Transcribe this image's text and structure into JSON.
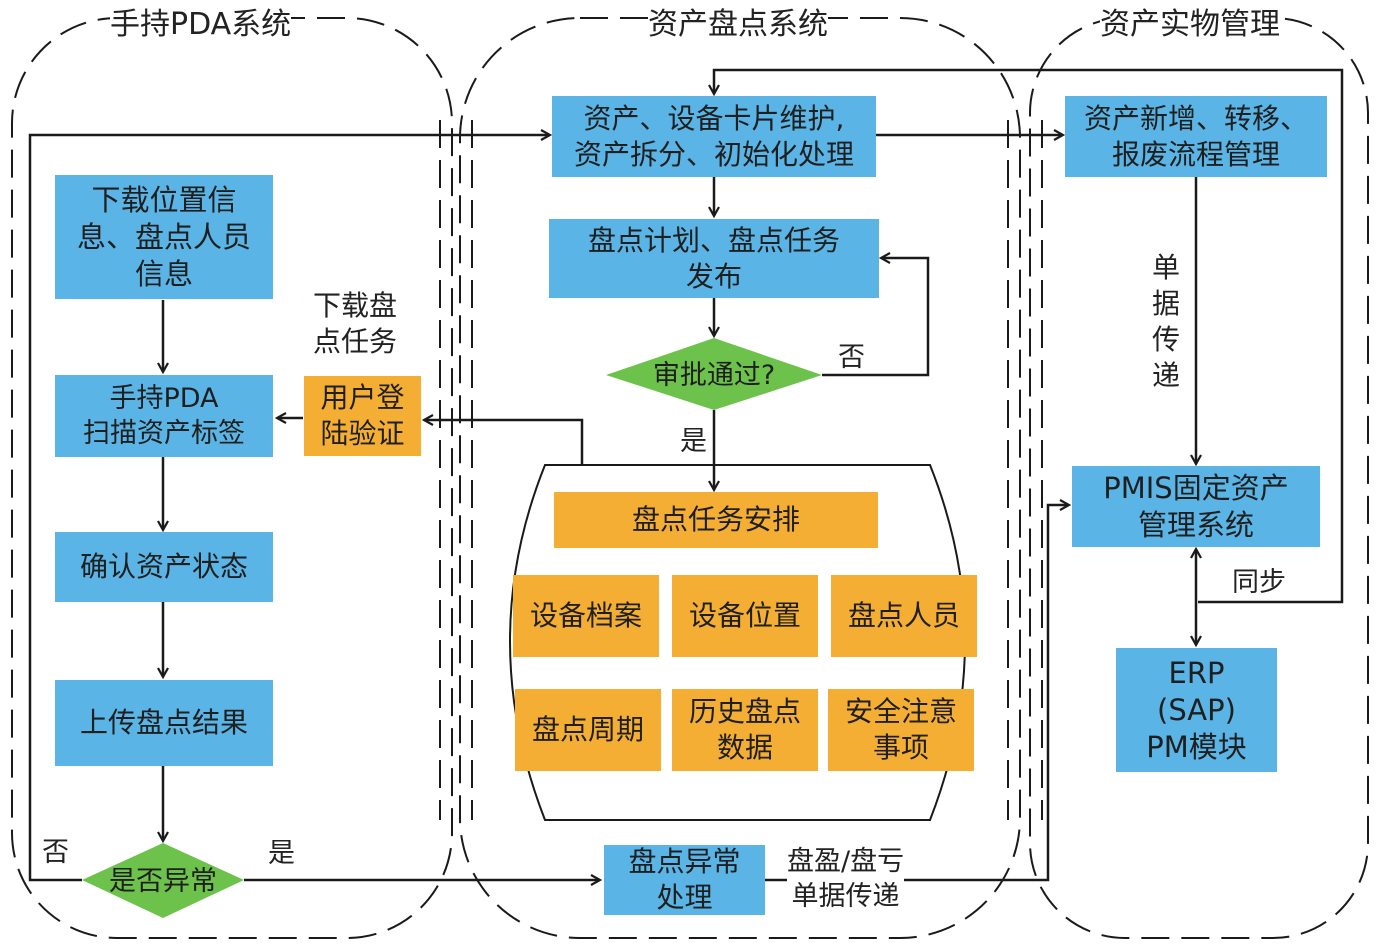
{
  "sections": {
    "pda": "手持PDA系统",
    "inventory": "资产盘点系统",
    "physical": "资产实物管理"
  },
  "pda": {
    "download_info": "下载位置信\n息、盘点人员\n信息",
    "scan": "手持PDA\n扫描资产标签",
    "confirm": "确认资产状态",
    "upload": "上传盘点结果",
    "abnormal_q": "是否异常",
    "yes": "是",
    "no": "否"
  },
  "login": {
    "label": "用户登\n陆验证",
    "download_task": "下载盘\n点任务"
  },
  "inventory": {
    "card": "资产、设备卡片维护,\n资产拆分、初始化处理",
    "plan": "盘点计划、盘点任务\n发布",
    "approval_q": "审批通过?",
    "no": "否",
    "yes": "是",
    "arrange": "盘点任务安排",
    "items": [
      "设备档案",
      "设备位置",
      "盘点人员",
      "盘点周期",
      "历史盘点\n数据",
      "安全注意\n事项"
    ],
    "exception": "盘点异常\n处理",
    "transfer": "盘盈/盘亏\n单据传递"
  },
  "physical": {
    "flow": "资产新增、转移、\n报废流程管理",
    "doc_transfer": "单\n据\n传\n递",
    "pmis": "PMIS固定资产\n管理系统",
    "sync": "同步",
    "erp": "ERP\n(SAP)\nPM模块"
  },
  "colors": {
    "blue": "#5ab4e5",
    "orange": "#f4ae33",
    "green": "#6cc24a"
  }
}
